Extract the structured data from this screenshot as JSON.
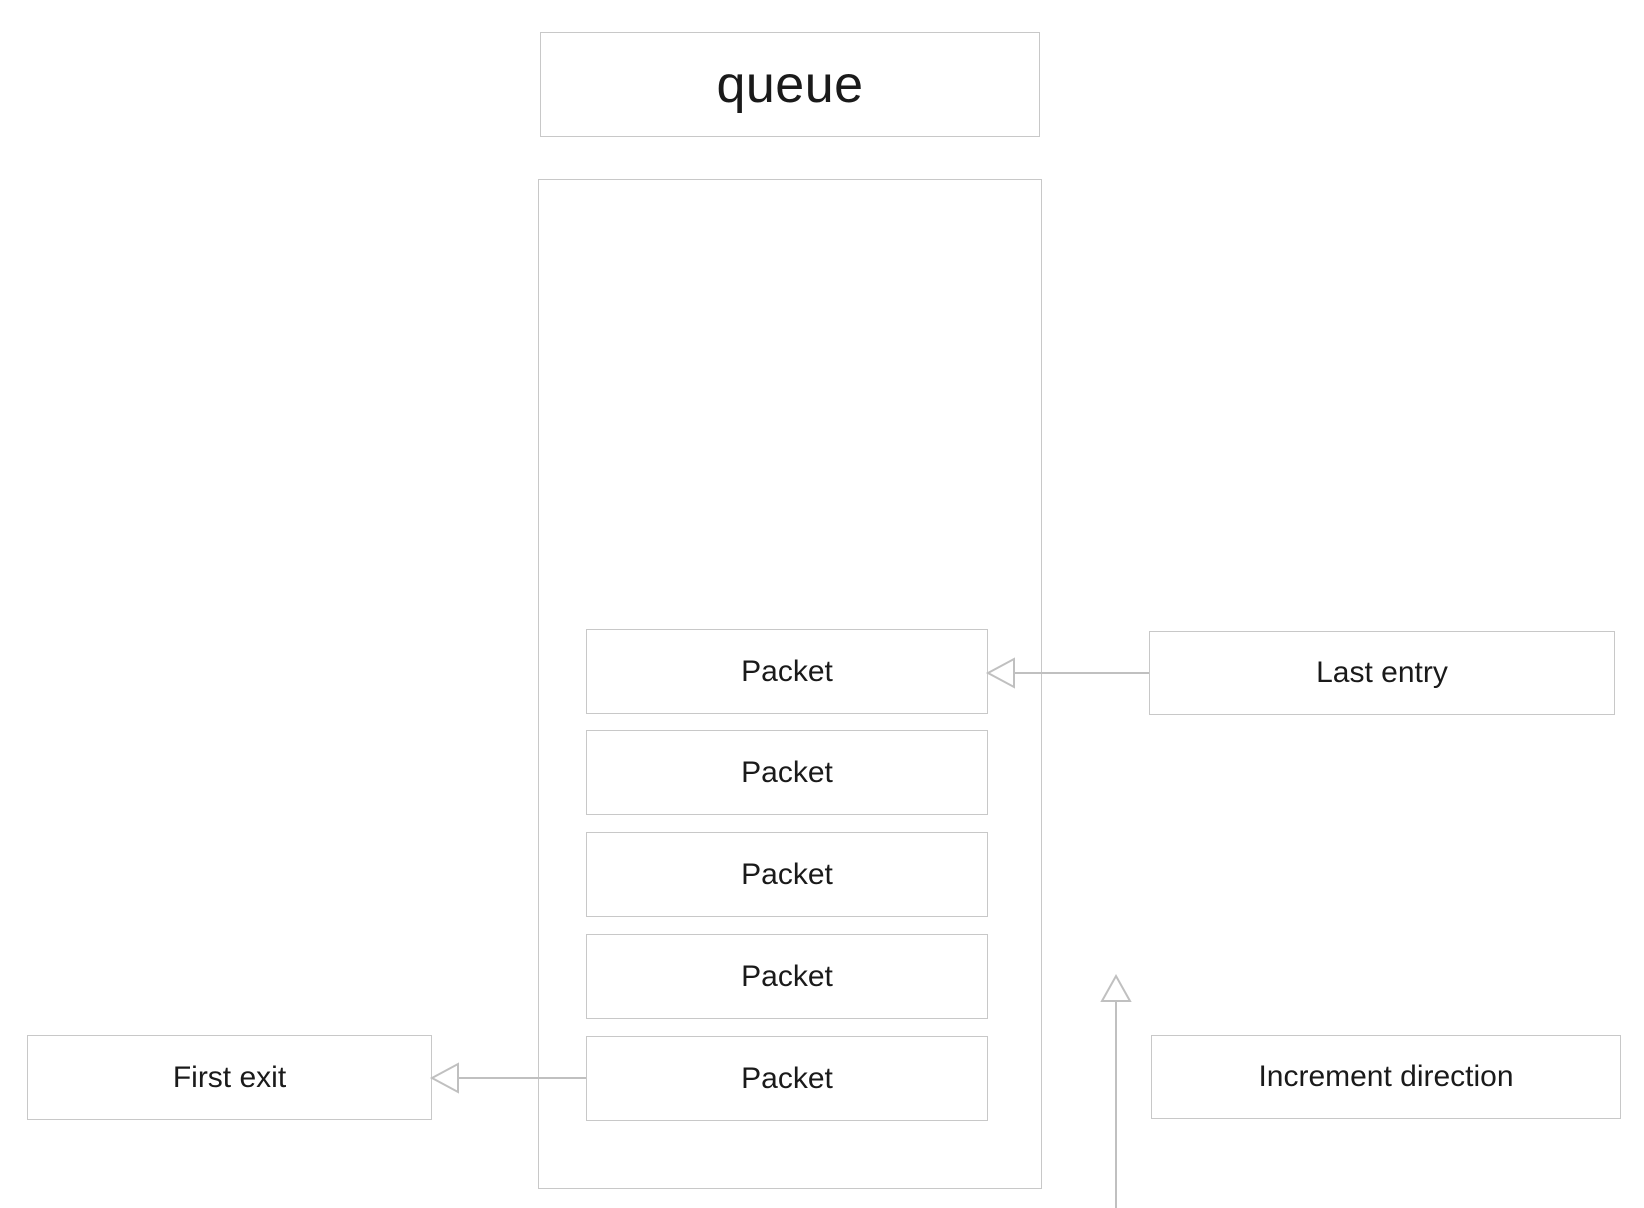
{
  "diagram": {
    "title": "queue",
    "container_label": "queue",
    "packets": [
      {
        "label": "Packet"
      },
      {
        "label": "Packet"
      },
      {
        "label": "Packet"
      },
      {
        "label": "Packet"
      },
      {
        "label": "Packet"
      }
    ],
    "annotations": {
      "last_entry": "Last entry",
      "first_exit": "First exit",
      "increment_direction": "Increment direction"
    },
    "connectors": [
      {
        "name": "last-entry-to-top-packet",
        "from": "Last entry",
        "to": "Packet (top)",
        "direction": "left",
        "arrowhead": "open-triangle"
      },
      {
        "name": "bottom-packet-to-first-exit",
        "from": "Packet (bottom)",
        "to": "First exit",
        "direction": "left",
        "arrowhead": "open-triangle"
      },
      {
        "name": "increment-direction-arrow",
        "from": "bottom",
        "to": "top",
        "direction": "up",
        "arrowhead": "open-triangle"
      }
    ],
    "colors": {
      "stroke": "#c8c8c8",
      "text": "#1a1a1a",
      "background": "#ffffff"
    }
  }
}
